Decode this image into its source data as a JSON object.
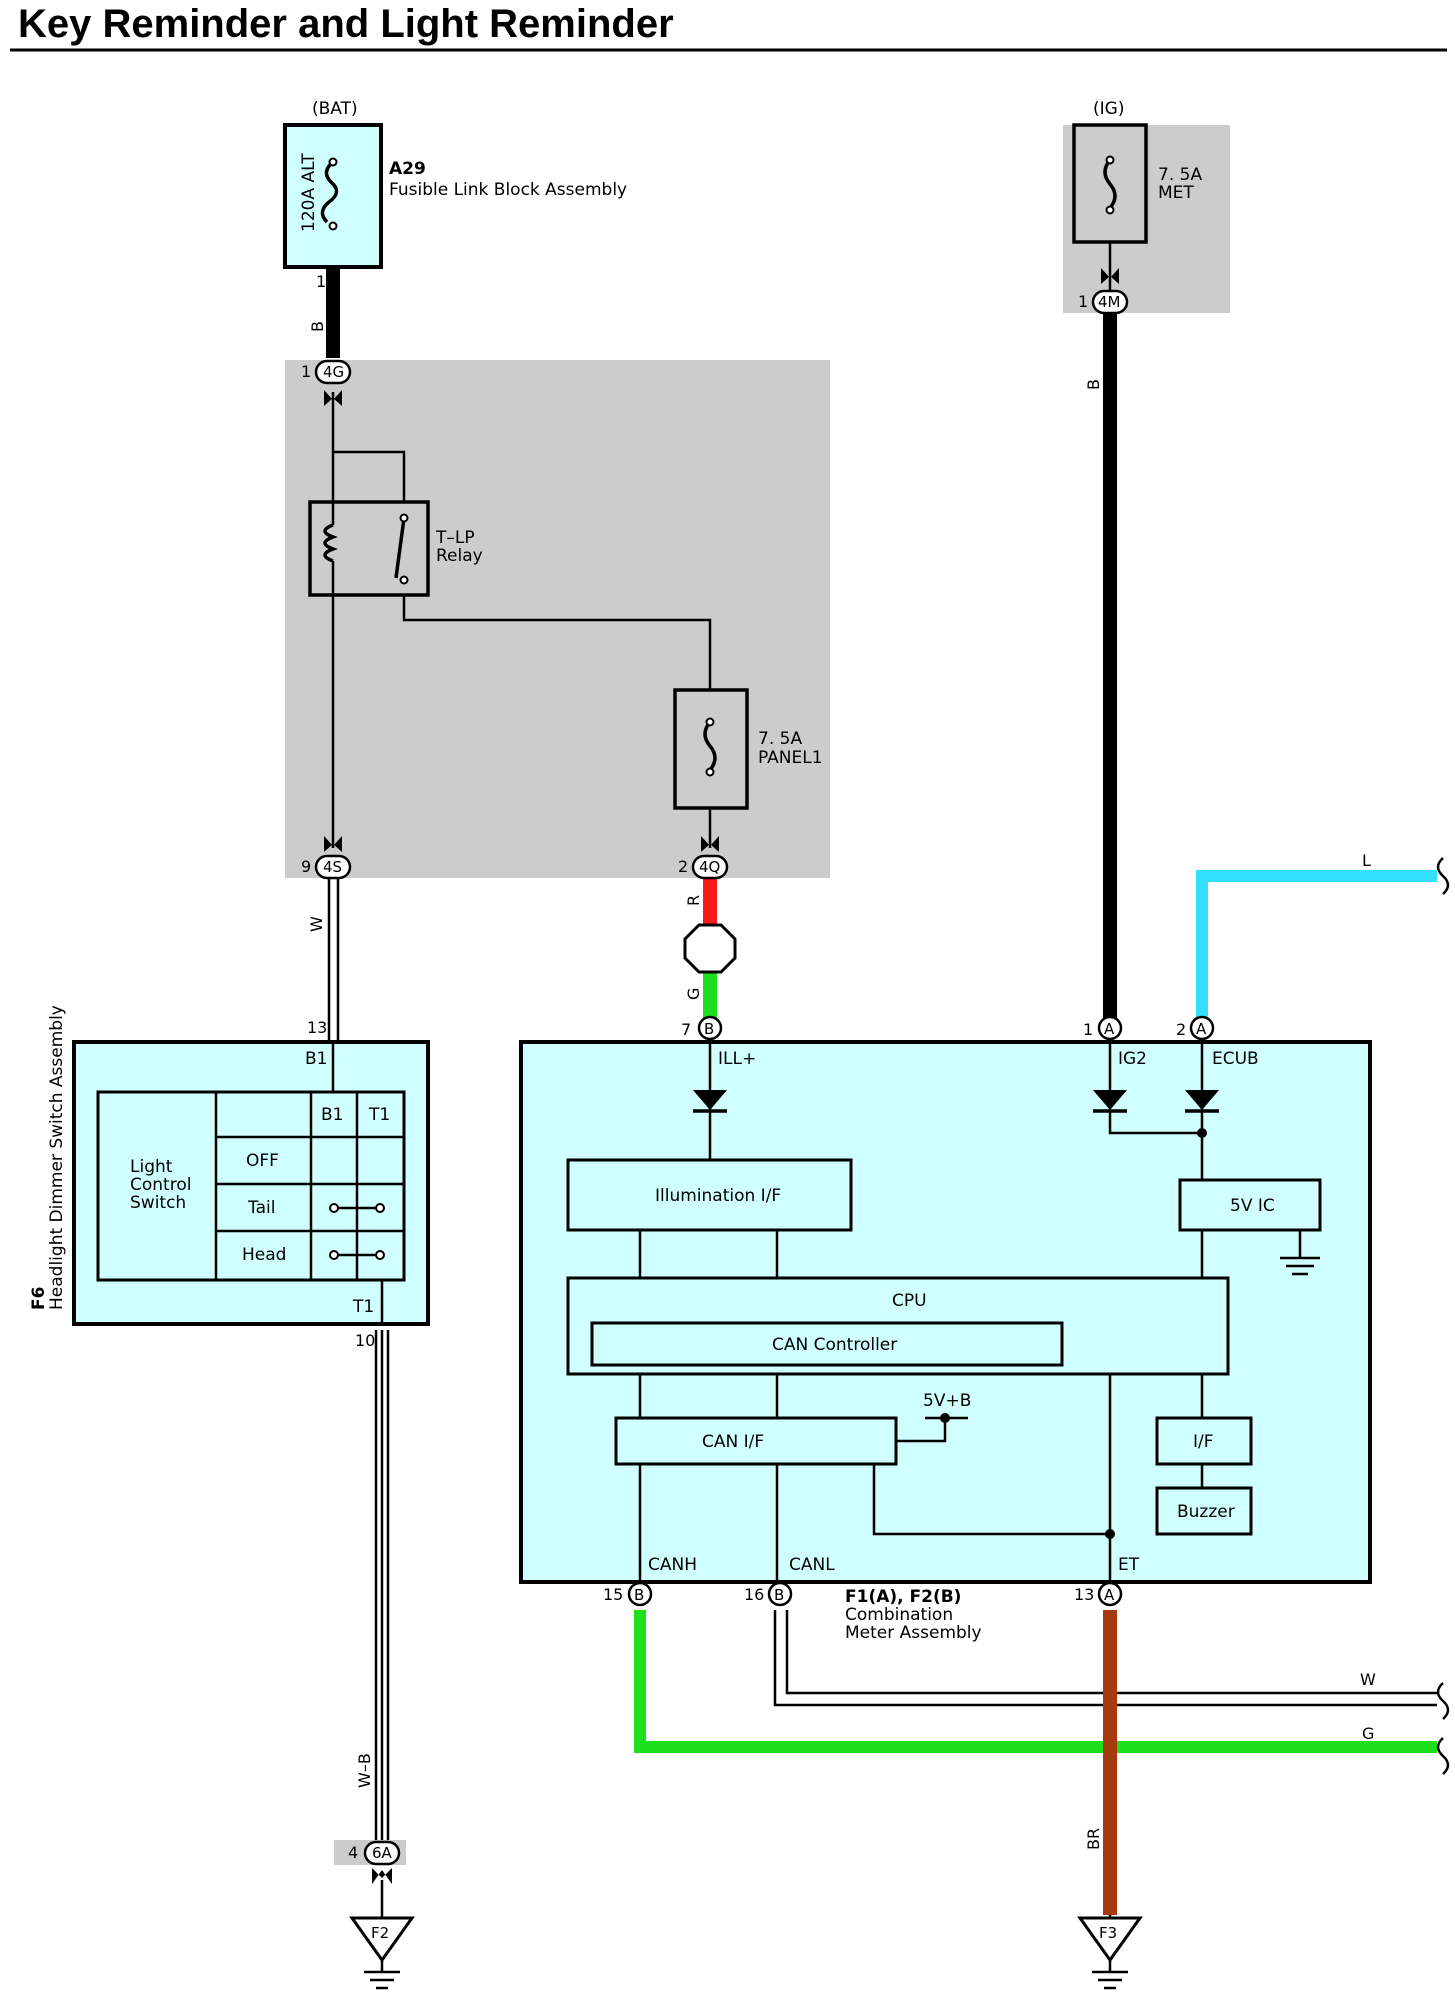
{
  "title": "Key Reminder and Light Reminder",
  "power": {
    "bat_label": "(BAT)",
    "ig_label": "(IG)"
  },
  "fusible_link": {
    "rating": "120A ALT",
    "code": "A29",
    "name": "Fusible Link Block Assembly",
    "pin": "1"
  },
  "fuse_met": {
    "rating": "7. 5A",
    "name": "MET"
  },
  "fuse_panel": {
    "rating": "7. 5A",
    "name": "PANEL1"
  },
  "relay": {
    "name_line1": "T–LP",
    "name_line2": "Relay"
  },
  "connectors": {
    "c4g": {
      "pin": "1",
      "id": "4G"
    },
    "c4m": {
      "pin": "1",
      "id": "4M"
    },
    "c4s": {
      "pin": "9",
      "id": "4S"
    },
    "c4q": {
      "pin": "2",
      "id": "4Q"
    },
    "c6a": {
      "pin": "4",
      "id": "6A"
    },
    "ill": {
      "pin": "7",
      "id": "B"
    },
    "ig2": {
      "pin": "1",
      "id": "A"
    },
    "ecub": {
      "pin": "2",
      "id": "A"
    },
    "canh": {
      "pin": "15",
      "id": "B"
    },
    "canl": {
      "pin": "16",
      "id": "B"
    },
    "et": {
      "pin": "13",
      "id": "A"
    }
  },
  "wires": {
    "bat": "B",
    "ig": "B",
    "w_4s": "W",
    "red": "R",
    "green": "G",
    "blue": "L",
    "wb": "W–B",
    "br": "BR",
    "canl": "W",
    "canh": "G"
  },
  "wire_colors": {
    "black": "#000000",
    "red": "#ff1a1a",
    "green": "#1de01d",
    "blue": "#33e0ff",
    "brown": "#a83a10",
    "panel": "#d0ffff",
    "gray": "#cccccc"
  },
  "switch_assembly": {
    "code": "F6",
    "name": "Headlight Dimmer Switch Assembly",
    "pin_top": "13",
    "pin_bottom": "10",
    "term_top": "B1",
    "term_bottom": "T1",
    "switch_name": [
      "Light",
      "Control",
      "Switch"
    ],
    "columns": [
      "B1",
      "T1"
    ],
    "rows": [
      "OFF",
      "Tail",
      "Head"
    ]
  },
  "meter": {
    "code": "F1(A), F2(B)",
    "name_line1": "Combination",
    "name_line2": "Meter Assembly",
    "terms": {
      "ill": "ILL+",
      "ig2": "IG2",
      "ecub": "ECUB",
      "canh": "CANH",
      "canl": "CANL",
      "et": "ET"
    },
    "blocks": {
      "illum": "Illumination I/F",
      "ic": "5V IC",
      "cpu": "CPU",
      "canctrl": "CAN Controller",
      "canif": "CAN I/F",
      "vb": "5V+B",
      "if": "I/F",
      "buzzer": "Buzzer"
    }
  },
  "grounds": {
    "g1": "F2",
    "g2": "F3"
  }
}
